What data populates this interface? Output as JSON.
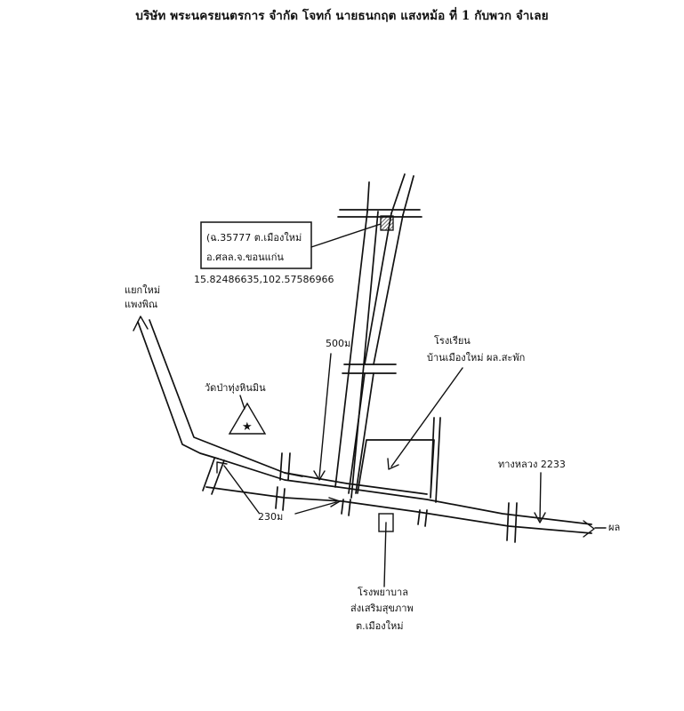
{
  "header": {
    "title": "บริษัท พระนครยนตรการ จำกัด โจทก์ นายธนกฤต แสงหม้อ ที่ 1 กับพวก จำเลย"
  },
  "map": {
    "property_box": {
      "line1": "(ฉ.35777 ต.เมืองใหม่",
      "line2": "อ.ศลล.จ.ขอนแก่น"
    },
    "coordinates": "15.82486635,102.57586966",
    "label_northwest": {
      "line1": "แยกใหม่",
      "line2": "แพงพิณ"
    },
    "label_temple": "วัดป่าทุ่งหินมิน",
    "label_school": {
      "line1": "โรงเรียน",
      "line2": "บ้านเมืองใหม่ ผล.สะพัก"
    },
    "label_highway": "ทางหลวง 2233",
    "label_office": {
      "line1": "โรงพยาบาล",
      "line2": "ส่งเสริมสุขภาพ",
      "line3": "ต.เมืองใหม่"
    },
    "label_east_end": "ผล",
    "distance_north": "500ม",
    "distance_south": "230ม",
    "colors": {
      "ink": "#111111",
      "paper": "#ffffff"
    }
  }
}
